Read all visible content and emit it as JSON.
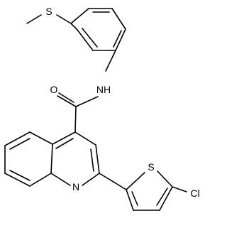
{
  "molecule": {
    "atom_labels": {
      "s_methylthio": "S",
      "o_carbonyl": "O",
      "nh_amide": "NH",
      "n_quinoline": "N",
      "s_thiophene": "S",
      "cl": "Cl"
    },
    "colors": {
      "bond": "#000000",
      "text": "#000000",
      "background": "#ffffff"
    }
  }
}
